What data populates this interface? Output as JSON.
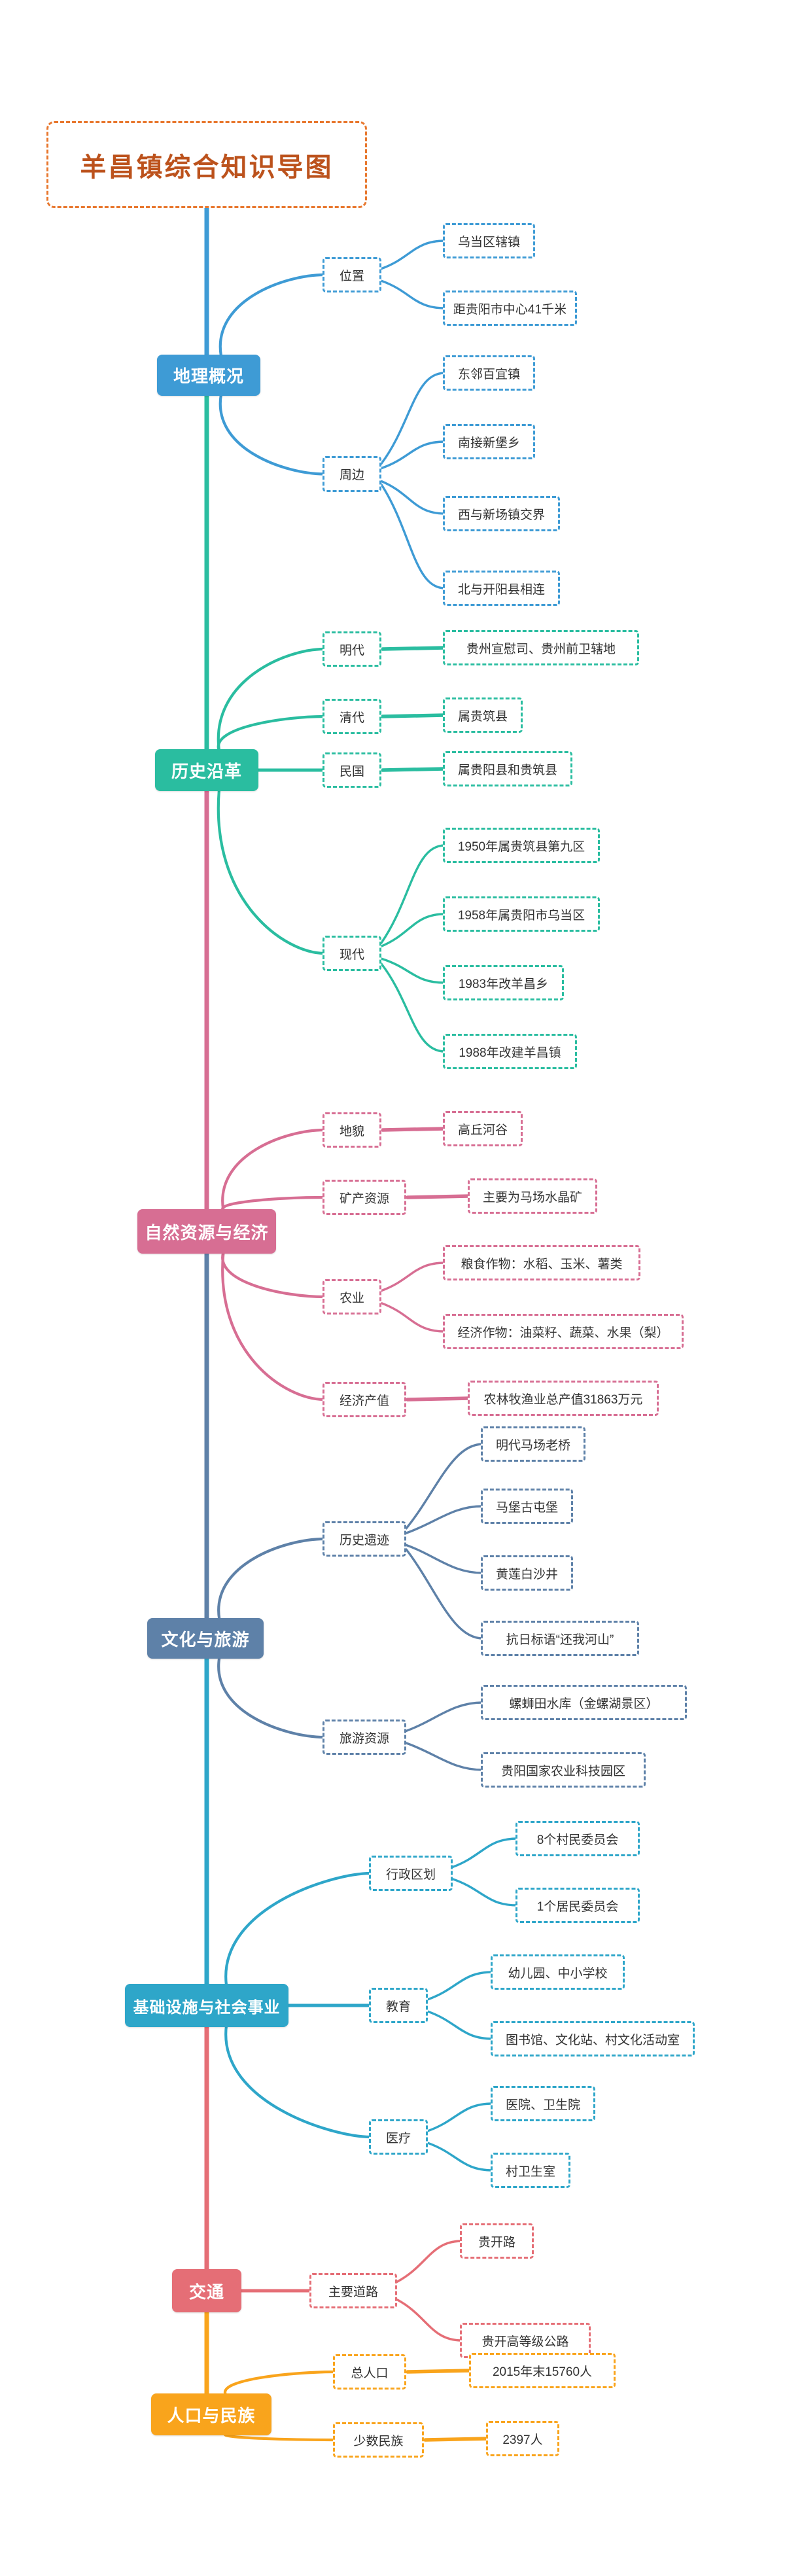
{
  "title": {
    "text": "羊昌镇综合知识导图",
    "text_color": "#bc521c",
    "border_color": "#e8782f"
  },
  "sections": [
    {
      "id": "geography",
      "label": "地理概况",
      "color": "#3e9bd5",
      "branches": [
        {
          "id": "location",
          "label": "位置",
          "leaves": [
            "乌当区辖镇",
            "距贵阳市中心41千米"
          ]
        },
        {
          "id": "surroundings",
          "label": "周边",
          "leaves": [
            "东邻百宜镇",
            "南接新堡乡",
            "西与新场镇交界",
            "北与开阳县相连"
          ]
        }
      ]
    },
    {
      "id": "history",
      "label": "历史沿革",
      "color": "#2abda0",
      "branches": [
        {
          "id": "ming-dynasty",
          "label": "明代",
          "leaves": [
            "贵州宣慰司、贵州前卫辖地"
          ]
        },
        {
          "id": "qing-dynasty",
          "label": "清代",
          "leaves": [
            "属贵筑县"
          ]
        },
        {
          "id": "republic-era",
          "label": "民国",
          "leaves": [
            "属贵阳县和贵筑县"
          ]
        },
        {
          "id": "modern-era",
          "label": "现代",
          "leaves": [
            "1950年属贵筑县第九区",
            "1958年属贵阳市乌当区",
            "1983年改羊昌乡",
            "1988年改建羊昌镇"
          ]
        }
      ]
    },
    {
      "id": "resources-economy",
      "label": "自然资源与经济",
      "color": "#d76e93",
      "branches": [
        {
          "id": "landform",
          "label": "地貌",
          "leaves": [
            "高丘河谷"
          ]
        },
        {
          "id": "minerals",
          "label": "矿产资源",
          "leaves": [
            "主要为马场水晶矿"
          ]
        },
        {
          "id": "agriculture",
          "label": "农业",
          "leaves": [
            "粮食作物：水稻、玉米、薯类",
            "经济作物：油菜籽、蔬菜、水果（梨）"
          ]
        },
        {
          "id": "economic-output",
          "label": "经济产值",
          "leaves": [
            "农林牧渔业总产值31863万元"
          ]
        }
      ]
    },
    {
      "id": "culture-tourism",
      "label": "文化与旅游",
      "color": "#5e81a8",
      "branches": [
        {
          "id": "heritage",
          "label": "历史遗迹",
          "leaves": [
            "明代马场老桥",
            "马堡古屯堡",
            "黄莲白沙井",
            "抗日标语“还我河山”"
          ]
        },
        {
          "id": "tourism",
          "label": "旅游资源",
          "leaves": [
            "螺蛳田水库（金螺湖景区）",
            "贵阳国家农业科技园区"
          ]
        }
      ]
    },
    {
      "id": "infrastructure",
      "label": "基础设施与社会事业",
      "color": "#2ea6c9",
      "branches": [
        {
          "id": "admin-divisions",
          "label": "行政区划",
          "leaves": [
            "8个村民委员会",
            "1个居民委员会"
          ]
        },
        {
          "id": "education",
          "label": "教育",
          "leaves": [
            "幼儿园、中小学校",
            "图书馆、文化站、村文化活动室"
          ]
        },
        {
          "id": "medical",
          "label": "医疗",
          "leaves": [
            "医院、卫生院",
            "村卫生室"
          ]
        }
      ]
    },
    {
      "id": "transport",
      "label": "交通",
      "color": "#e56e76",
      "branches": [
        {
          "id": "main-roads",
          "label": "主要道路",
          "leaves": [
            "贵开路",
            "贵开高等级公路"
          ]
        }
      ]
    },
    {
      "id": "population",
      "label": "人口与民族",
      "color": "#f9a41c",
      "branches": [
        {
          "id": "total-population",
          "label": "总人口",
          "leaves": [
            "2015年末15760人"
          ]
        },
        {
          "id": "minorities",
          "label": "少数民族",
          "leaves": [
            "2397人"
          ]
        }
      ]
    }
  ]
}
